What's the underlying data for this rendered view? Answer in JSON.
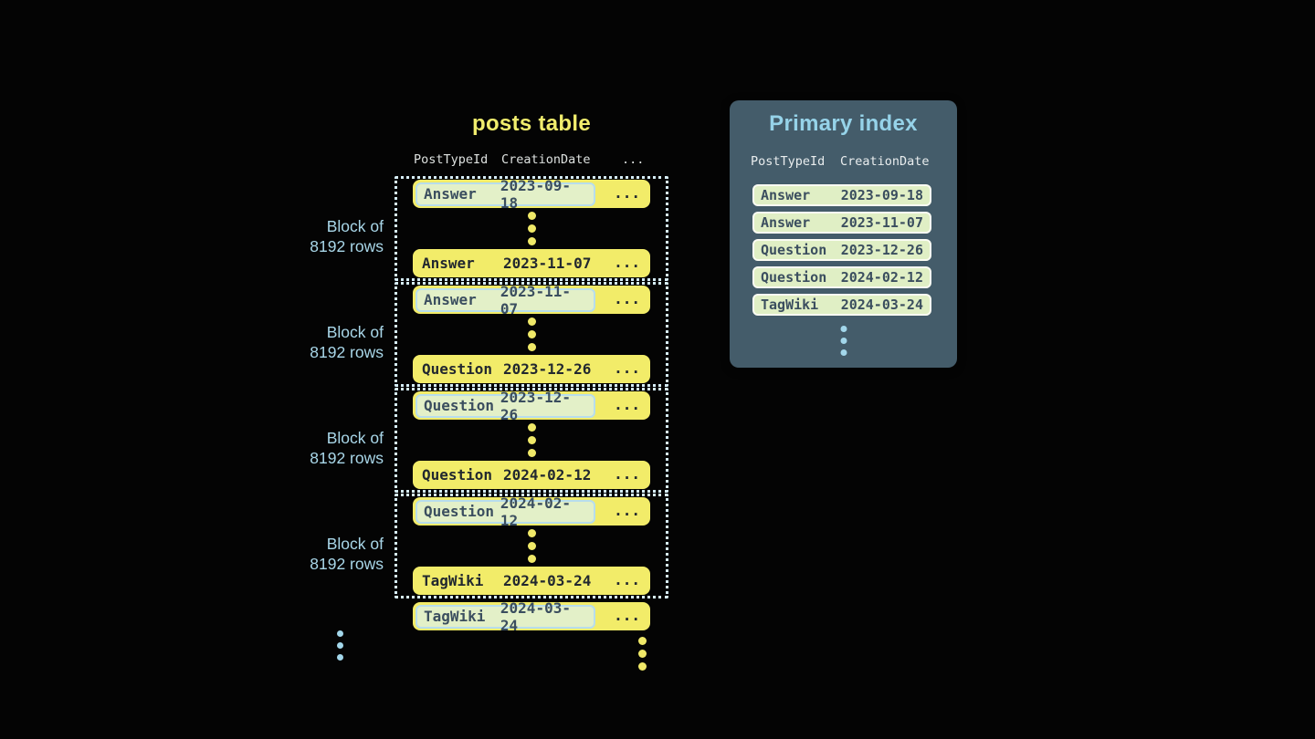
{
  "colors": {
    "background": "#040404",
    "row_yellow": "#f2ec69",
    "title_yellow": "#f1ed6d",
    "row_text_dark": "#22282f",
    "indexed_text_slate": "#3b4e5f",
    "index_entry_bg": "#e3f0c8",
    "index_entry_border": "#b7dded",
    "block_dotted_border": "#d6edf7",
    "label_blue": "#a9d7e9",
    "panel_bg": "#445c6a",
    "panel_title_blue": "#96d3e9",
    "header_text": "#dde1df",
    "dot_yellow": "#f0e968",
    "dot_blue": "#a3d7eb"
  },
  "posts_table": {
    "title": "posts table",
    "headers": {
      "col1": "PostTypeId",
      "col2": "CreationDate",
      "col3": "..."
    },
    "block_label": {
      "line1": "Block of",
      "line2": "8192 rows"
    },
    "row_ellipsis": "...",
    "blocks": [
      {
        "first": {
          "type": "Answer",
          "date": "2023-09-18"
        },
        "last": {
          "type": "Answer",
          "date": "2023-11-07"
        }
      },
      {
        "first": {
          "type": "Answer",
          "date": "2023-11-07"
        },
        "last": {
          "type": "Question",
          "date": "2023-12-26"
        }
      },
      {
        "first": {
          "type": "Question",
          "date": "2023-12-26"
        },
        "last": {
          "type": "Question",
          "date": "2024-02-12"
        }
      },
      {
        "first": {
          "type": "Question",
          "date": "2024-02-12"
        },
        "last": {
          "type": "TagWiki",
          "date": "2024-03-24"
        }
      }
    ],
    "overflow_row": {
      "type": "TagWiki",
      "date": "2024-03-24"
    }
  },
  "primary_index": {
    "title": "Primary index",
    "headers": {
      "col1": "PostTypeId",
      "col2": "CreationDate"
    },
    "rows": [
      {
        "type": "Answer",
        "date": "2023-09-18"
      },
      {
        "type": "Answer",
        "date": "2023-11-07"
      },
      {
        "type": "Question",
        "date": "2023-12-26"
      },
      {
        "type": "Question",
        "date": "2024-02-12"
      },
      {
        "type": "TagWiki",
        "date": "2024-03-24"
      }
    ]
  }
}
